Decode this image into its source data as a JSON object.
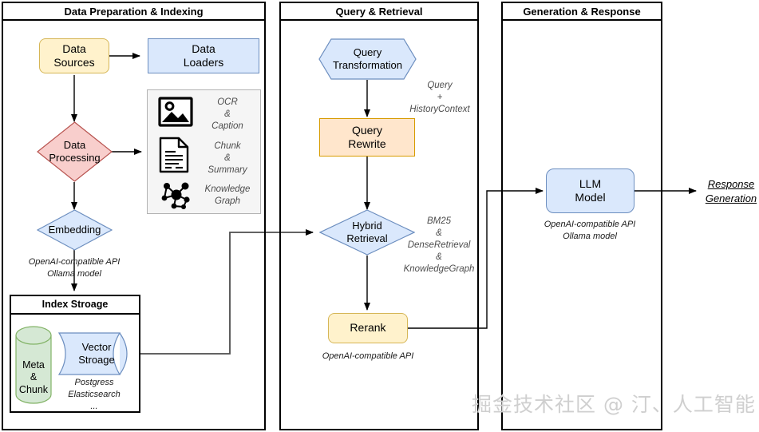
{
  "panels": [
    {
      "title": "Data Preparation & Indexing"
    },
    {
      "title": "Query & Retrieval"
    },
    {
      "title": "Generation & Response"
    }
  ],
  "column1": {
    "data_sources": "Data\nSources",
    "data_loaders": "Data\nLoaders",
    "data_processing": "Data\nProcessing",
    "embedding": "Embedding",
    "embedding_note_line1": "OpenAI-compatible API",
    "embedding_note_line2": "Ollama model",
    "capabilities": [
      {
        "icon": "image-icon",
        "label": "OCR\n&\nCaption"
      },
      {
        "icon": "document-icon",
        "label": "Chunk\n&\nSummary"
      },
      {
        "icon": "knowledge-graph-icon",
        "label": "Knowledge\nGraph"
      }
    ],
    "index_storage": {
      "title": "Index Stroage",
      "meta_chunk": "Meta\n&\nChunk",
      "vector_storage": "Vector\nStroage",
      "vector_notes": [
        "Postgress",
        "Elasticsearch",
        "..."
      ]
    }
  },
  "column2": {
    "query_transformation": "Query\nTransformation",
    "query_rewrite": "Query\nRewrite",
    "transform_note": "Query\n+\nHistoryContext",
    "hybrid_retrieval": "Hybrid\nRetrieval",
    "hybrid_note": "BM25\n&\nDenseRetrieval\n&\nKnowledgeGraph",
    "rerank": "Rerank",
    "rerank_note": "OpenAI-compatible API"
  },
  "column3": {
    "llm_model": "LLM\nModel",
    "llm_note_line1": "OpenAI-compatible API",
    "llm_note_line2": "Ollama model",
    "response_generation": "Response\nGeneration"
  },
  "watermark": "掘金技术社区 @ 汀、人工智能",
  "colors": {
    "blue_fill": "#dae8fc",
    "blue_stroke": "#6c8ebf",
    "cream_fill": "#fff2cc",
    "cream_stroke": "#d6b656",
    "orange_fill": "#ffe6cc",
    "orange_stroke": "#d79b00",
    "red_fill": "#f8cecc",
    "red_stroke": "#b85450",
    "green_fill": "#d5e8d4",
    "green_stroke": "#82b366",
    "grey_fill": "#f5f5f5",
    "grey_stroke": "#b3b3b3",
    "line": "#000000"
  }
}
